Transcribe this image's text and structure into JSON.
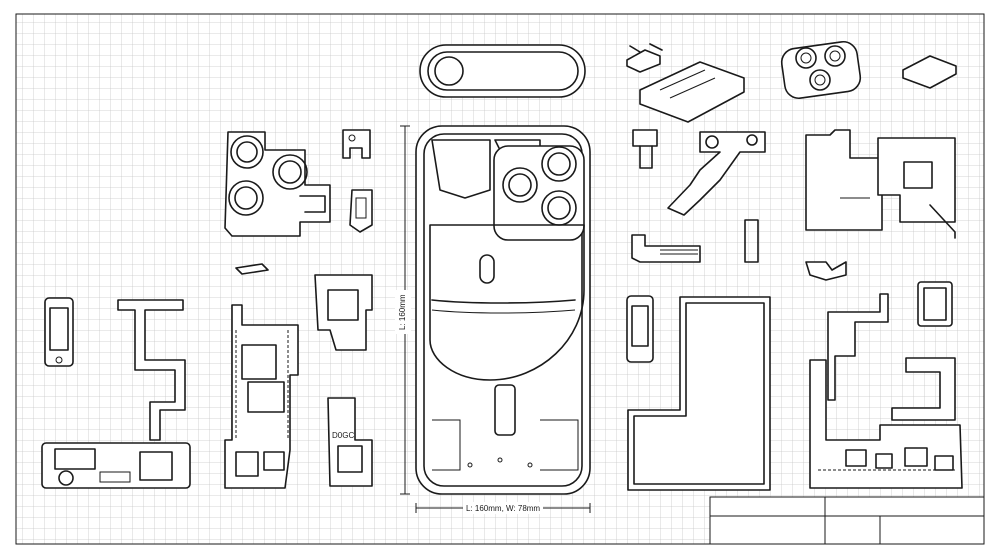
{
  "drawing": {
    "height_label": "L: 160mm",
    "footprint_label": "L: 160mm, W: 78mm",
    "component_marking": "D0GC"
  },
  "colors": {
    "background": "#ffffff",
    "grid": "#c8c8c8",
    "line": "#1a1a1a"
  }
}
